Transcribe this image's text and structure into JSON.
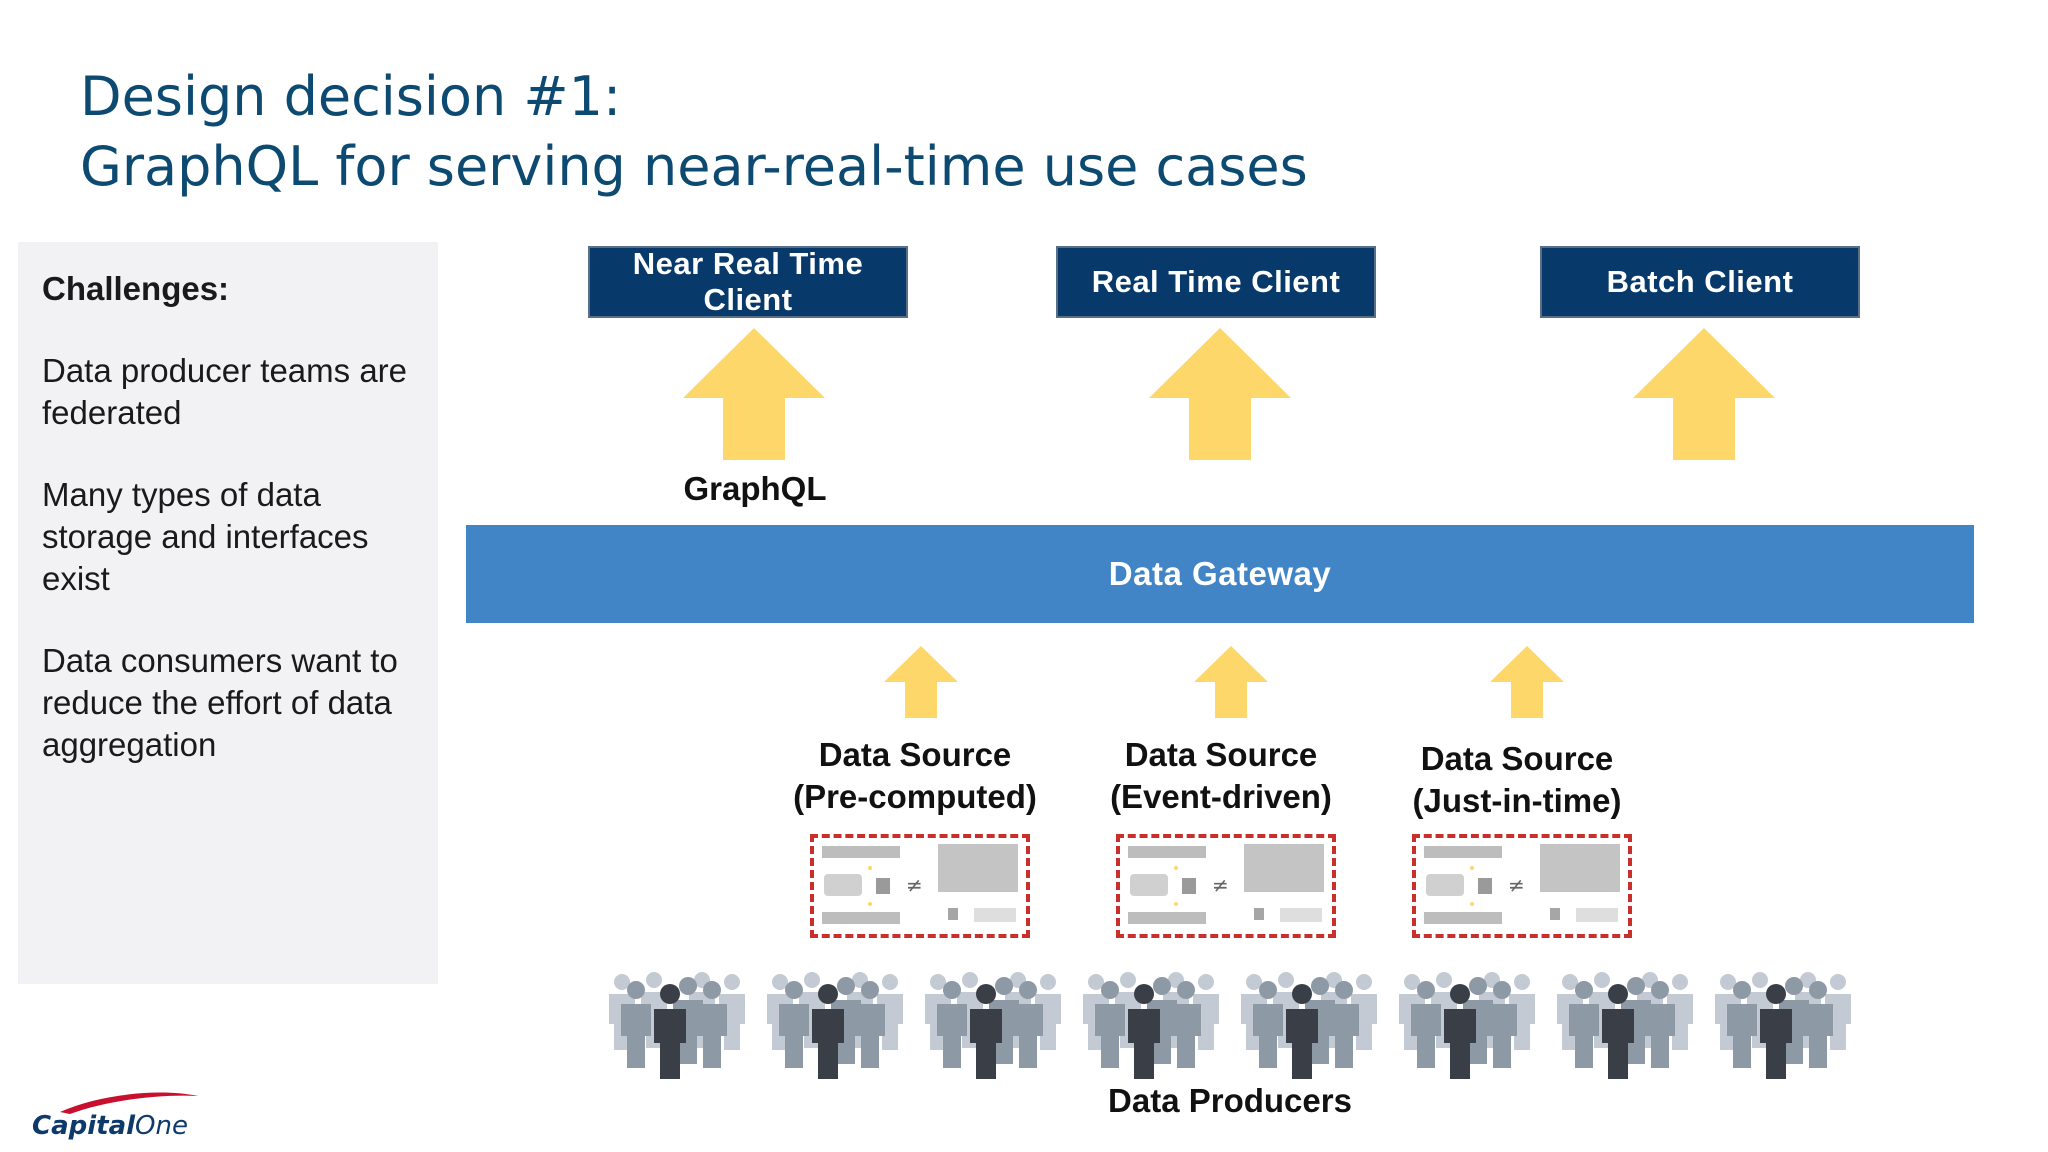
{
  "title": {
    "line1": "Design decision #1:",
    "line2": "GraphQL for serving near-real-time use cases"
  },
  "challenges": {
    "heading": "Challenges:",
    "items": [
      "Data producer teams are federated",
      "Many types of data storage and interfaces exist",
      "Data consumers want to reduce the effort of data aggregation"
    ]
  },
  "clients": [
    {
      "label": "Near Real Time Client"
    },
    {
      "label": "Real Time Client"
    },
    {
      "label": "Batch Client"
    }
  ],
  "graphql_label": "GraphQL",
  "gateway_label": "Data Gateway",
  "sources": [
    {
      "line1": "Data Source",
      "line2": "(Pre-computed)"
    },
    {
      "line1": "Data Source",
      "line2": "(Event-driven)"
    },
    {
      "line1": "Data Source",
      "line2": "(Just-in-time)"
    }
  ],
  "producers_label": "Data Producers",
  "logo_text": "CapitalOne",
  "colors": {
    "title": "#0d4a72",
    "client_box": "#073a6b",
    "gateway": "#4185c6",
    "arrow": "#fdd76a",
    "source_border": "#c9302c",
    "panel_bg": "#f2f2f4"
  },
  "icons": {
    "up_arrow": "up-arrow-icon",
    "people_group": "people-group-icon",
    "source_schematic": "source-schematic-icon",
    "logo": "capital-one-logo"
  }
}
